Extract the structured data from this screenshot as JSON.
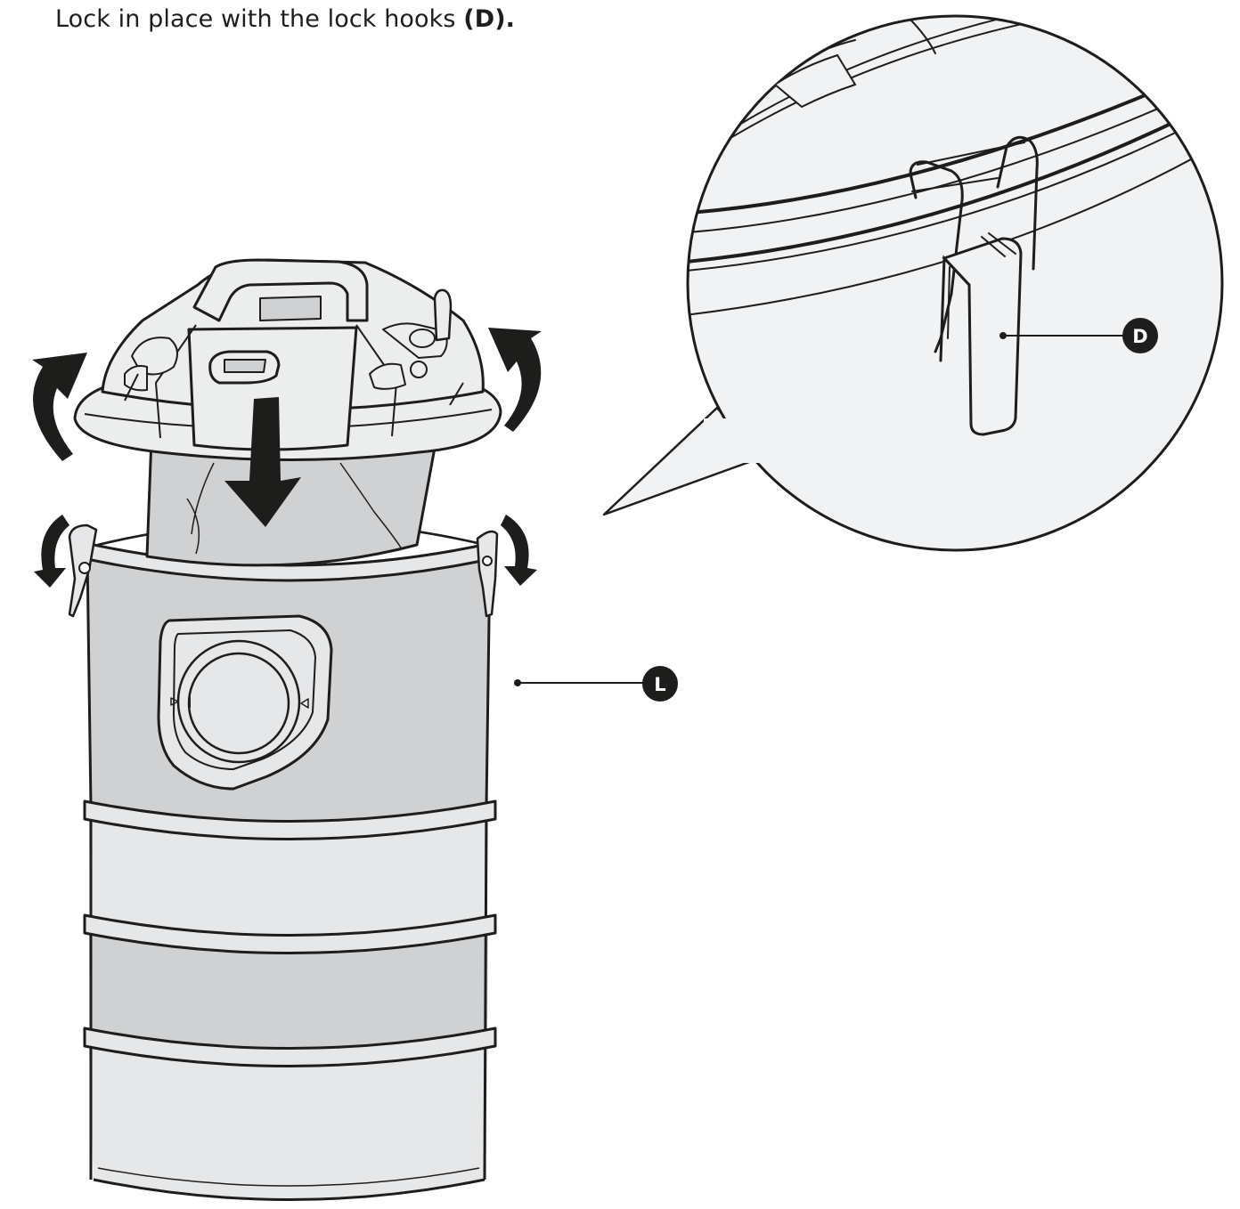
{
  "instruction": {
    "text": "Lock in place with the lock hooks ",
    "ref": "(D)."
  },
  "callouts": {
    "lock_hook": "D",
    "container": "L"
  },
  "icons": {
    "rotate_left": "curved-arrow-counterclockwise-icon",
    "rotate_right": "curved-arrow-clockwise-icon",
    "insert": "down-arrow-icon",
    "hook_left": "curved-arrow-down-left-icon",
    "hook_right": "curved-arrow-down-right-icon"
  },
  "colors": {
    "ink": "#1d1d1b",
    "drum_light": "#e6e7e8",
    "drum_dark": "#d0d1d3",
    "lid": "#eceded",
    "magnifier_bg": "#f1f2f3",
    "label_bg": "#1d1d1b",
    "label_fg": "#ffffff"
  }
}
